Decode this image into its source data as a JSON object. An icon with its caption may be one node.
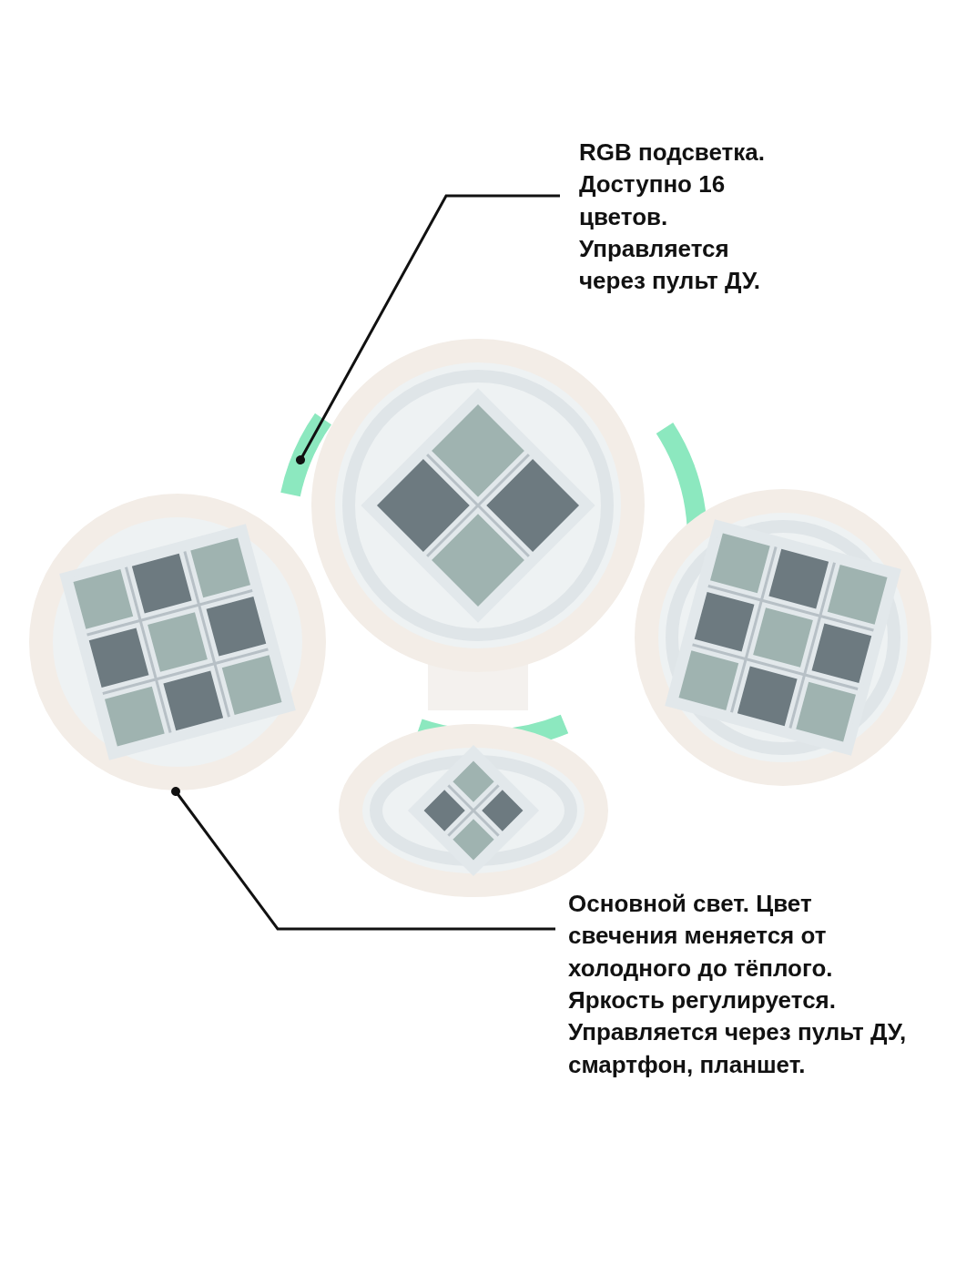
{
  "diagram": {
    "nodes": [
      {
        "text": [
          "RGB подсветка. Доступно 16 цветов. Управляется через пульт ДУ."
        ]
      },
      {
        "text": [
          "Основной свет. Цвет свечения меняется от холодного до тёплого. Яркость регулируется. Управляется через пульт ДУ, смартфон, планшет."
        ]
      },
      {
        "text": [],
        "shape": "circle"
      },
      {
        "text": [],
        "shape": "circle"
      }
    ],
    "edges": [
      {
        "from": 0,
        "to": 2,
        "arrow": "other"
      },
      {
        "from": 1,
        "to": 3,
        "arrow": "other"
      }
    ]
  }
}
